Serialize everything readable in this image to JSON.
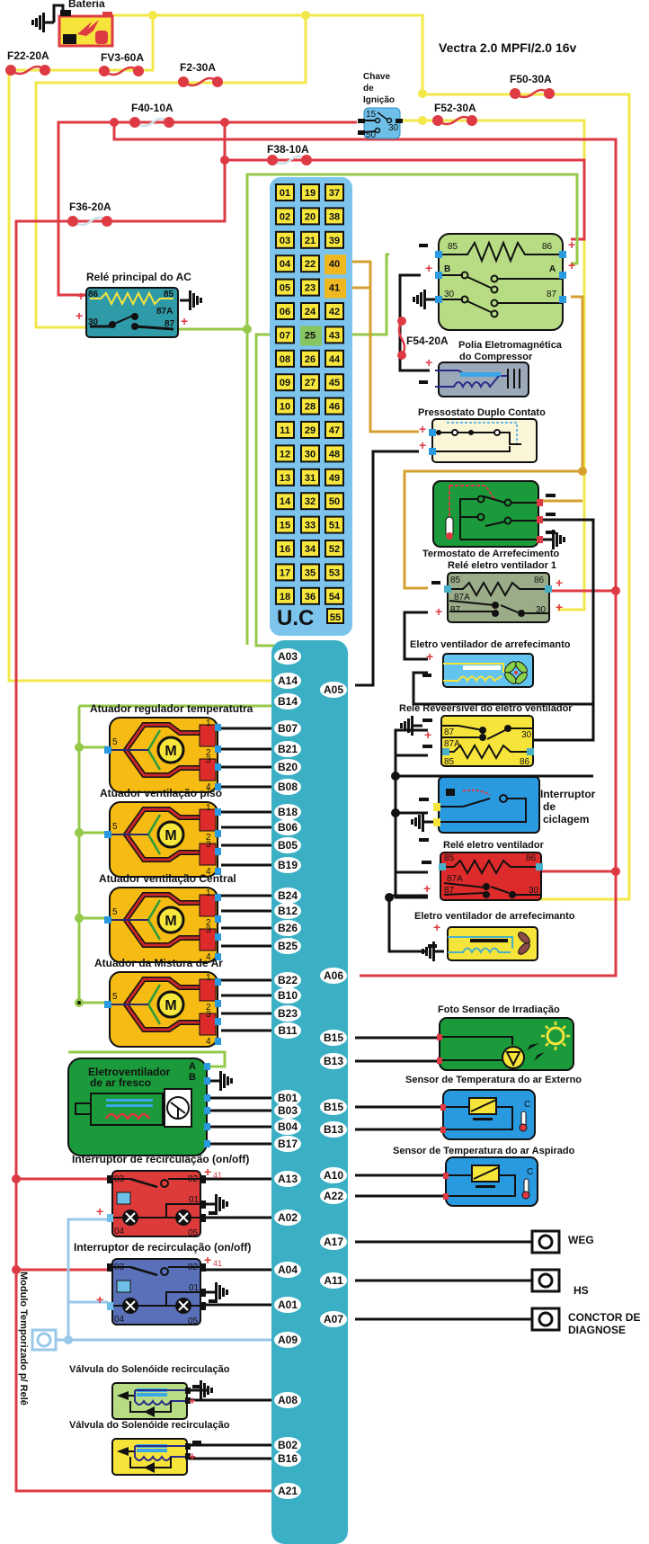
{
  "title": "Vectra 2.0 MPFI/2.0 16v",
  "battery": {
    "label": "Bateria"
  },
  "ignition": {
    "label_lines": [
      "Chave",
      "de",
      "Ignição"
    ],
    "pins": [
      "15",
      "30",
      "50"
    ]
  },
  "fuses": [
    {
      "id": "f22",
      "label": "F22-20A"
    },
    {
      "id": "fv3",
      "label": "FV3-60A"
    },
    {
      "id": "f2",
      "label": "F2-30A"
    },
    {
      "id": "f40",
      "label": "F40-10A"
    },
    {
      "id": "f38",
      "label": "F38-10A"
    },
    {
      "id": "f36",
      "label": "F36-20A"
    },
    {
      "id": "f50",
      "label": "F50-30A"
    },
    {
      "id": "f52",
      "label": "F52-30A"
    },
    {
      "id": "f54",
      "label": "F54-20A"
    }
  ],
  "ecu": {
    "label": "U.C",
    "rows": [
      [
        "01",
        "19",
        "37"
      ],
      [
        "02",
        "20",
        "38"
      ],
      [
        "03",
        "21",
        "39"
      ],
      [
        "04",
        "22",
        "40"
      ],
      [
        "05",
        "23",
        "41"
      ],
      [
        "06",
        "24",
        "42"
      ],
      [
        "07",
        "25",
        "43"
      ],
      [
        "08",
        "26",
        "44"
      ],
      [
        "09",
        "27",
        "45"
      ],
      [
        "10",
        "28",
        "46"
      ],
      [
        "11",
        "29",
        "47"
      ],
      [
        "12",
        "30",
        "48"
      ],
      [
        "13",
        "31",
        "49"
      ],
      [
        "14",
        "32",
        "50"
      ],
      [
        "15",
        "33",
        "51"
      ],
      [
        "16",
        "34",
        "52"
      ],
      [
        "17",
        "35",
        "53"
      ],
      [
        "18",
        "36",
        "54"
      ]
    ],
    "last_pin": "55",
    "highlight_orange": [
      "40",
      "41"
    ],
    "highlight_green": [
      "25"
    ]
  },
  "module": {
    "left_pins": [
      "A03",
      "A14",
      "B14",
      "B07",
      "B21",
      "B20",
      "B08",
      "B18",
      "B06",
      "B05",
      "B19",
      "B24",
      "B12",
      "B26",
      "B25",
      "B22",
      "B10",
      "B23",
      "B11",
      "B01",
      "B03",
      "B04",
      "B17",
      "A13",
      "A02",
      "A04",
      "A01",
      "A09",
      "A08",
      "B02",
      "B16",
      "A21"
    ],
    "right_pins": [
      "A05",
      "A06",
      "B15",
      "B13",
      "B15",
      "B13",
      "A10",
      "A22",
      "A17",
      "A11",
      "A07"
    ],
    "side_label": "Modulo Temporizado p/ Relê"
  },
  "components": {
    "main_relay": {
      "label": "Relé principal do AC",
      "pins": [
        "86",
        "85",
        "87A",
        "30",
        "87"
      ]
    },
    "compressor_relay": {
      "pins": [
        "85",
        "86",
        "B",
        "A",
        "30",
        "87"
      ]
    },
    "compressor": {
      "label_lines": [
        "Polia Eletromagnética",
        "do Compressor"
      ]
    },
    "pressostato": {
      "label": "Pressostato Duplo Contato"
    },
    "termostato": {
      "label": "Termostato de Arrefecimento"
    },
    "fan_relay_1": {
      "label": "Relé eletro ventilador 1",
      "pins": [
        "85",
        "86",
        "87A",
        "87",
        "30"
      ]
    },
    "fan_1": {
      "label": "Eletro ventilador de arrefecimanto"
    },
    "reversible_relay": {
      "label": "Relé Reveersivel do eletro ventilador",
      "pins": [
        "87",
        "30",
        "87A",
        "85",
        "86"
      ]
    },
    "cycle_switch": {
      "label_lines": [
        "Interruptor",
        "de",
        "ciclagem"
      ]
    },
    "fan_relay": {
      "label": "Relé eletro ventilador",
      "pins": [
        "85",
        "86",
        "87A",
        "87",
        "30"
      ]
    },
    "fan_2": {
      "label": "Eletro ventilador de arrefecimanto"
    },
    "actuators": [
      {
        "label": "Atuador regulador temperatutra"
      },
      {
        "label": "Atuador ventilação piso"
      },
      {
        "label": "Atuador ventilação Central"
      },
      {
        "label": "Atuador da Mistura de Ar"
      }
    ],
    "actuator_pins": [
      "1",
      "2",
      "3",
      "4",
      "5"
    ],
    "motor_symbol": "M",
    "fresh_air_fan": {
      "label_lines": [
        "Eletroventilador",
        "de ar fresco"
      ],
      "pins": [
        "A",
        "B"
      ]
    },
    "photo_sensor": {
      "label": "Foto Sensor de Irradiação"
    },
    "ext_temp_sensor": {
      "label": "Sensor de Temperatura  do ar Externo",
      "unit": "C"
    },
    "asp_temp_sensor": {
      "label": "Sensor de Temperatura  do ar Aspirado",
      "unit": "C"
    },
    "recirc_switch_1": {
      "label": "Interruptor de recirculação (on/off)",
      "pins": [
        "03",
        "02",
        "01",
        "04",
        "05"
      ],
      "ref": "41"
    },
    "recirc_switch_2": {
      "label": "Interruptor de recirculação (on/off)",
      "pins": [
        "03",
        "02",
        "01",
        "04",
        "05"
      ],
      "ref": "41"
    },
    "solenoid_1": {
      "label": "Válvula do Solenóide recirculação"
    },
    "solenoid_2": {
      "label": "Válvula do Solenóide recirculação"
    },
    "connectors": [
      {
        "label_lines": [
          "WEG"
        ]
      },
      {
        "label_lines": [
          "HS"
        ]
      },
      {
        "label_lines": [
          "CONCTOR DE",
          "DIAGNOSE"
        ]
      }
    ]
  },
  "colors": {
    "wire_yellow": "#f2e84a",
    "wire_red": "#dd3a44",
    "wire_green": "#95c94a",
    "wire_orange": "#d6a030",
    "wire_blue": "#9ac8e8",
    "ecu_bg": "#7cc4ec",
    "module_bg": "#3bb0c4"
  }
}
